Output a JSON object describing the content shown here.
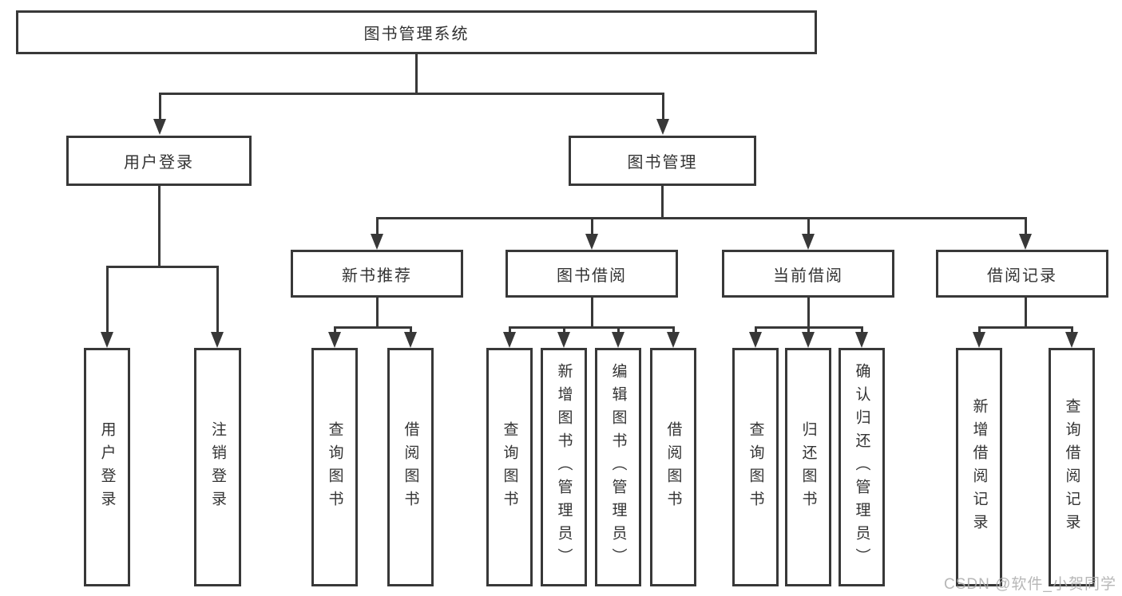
{
  "colors": {
    "line": "#383838",
    "box_border": "#383838",
    "text": "#333333",
    "background": "#ffffff",
    "watermark": "#aaaaaa"
  },
  "watermark": {
    "text": "CSDN @软件_小贺同学"
  },
  "tree": {
    "label": "图书管理系统",
    "children": [
      {
        "label": "用户登录",
        "children": [
          {
            "label": "用户登录"
          },
          {
            "label": "注销登录"
          }
        ]
      },
      {
        "label": "图书管理",
        "children": [
          {
            "label": "新书推荐",
            "children": [
              {
                "label": "查询图书"
              },
              {
                "label": "借阅图书"
              }
            ]
          },
          {
            "label": "图书借阅",
            "children": [
              {
                "label": "查询图书"
              },
              {
                "label": "新增图书（管理员）"
              },
              {
                "label": "编辑图书（管理员）"
              },
              {
                "label": "借阅图书"
              }
            ]
          },
          {
            "label": "当前借阅",
            "children": [
              {
                "label": "查询图书"
              },
              {
                "label": "归还图书"
              },
              {
                "label": "确认归还（管理员）"
              }
            ]
          },
          {
            "label": "借阅记录",
            "children": [
              {
                "label": "新增借阅记录"
              },
              {
                "label": "查询借阅记录"
              }
            ]
          }
        ]
      }
    ]
  }
}
